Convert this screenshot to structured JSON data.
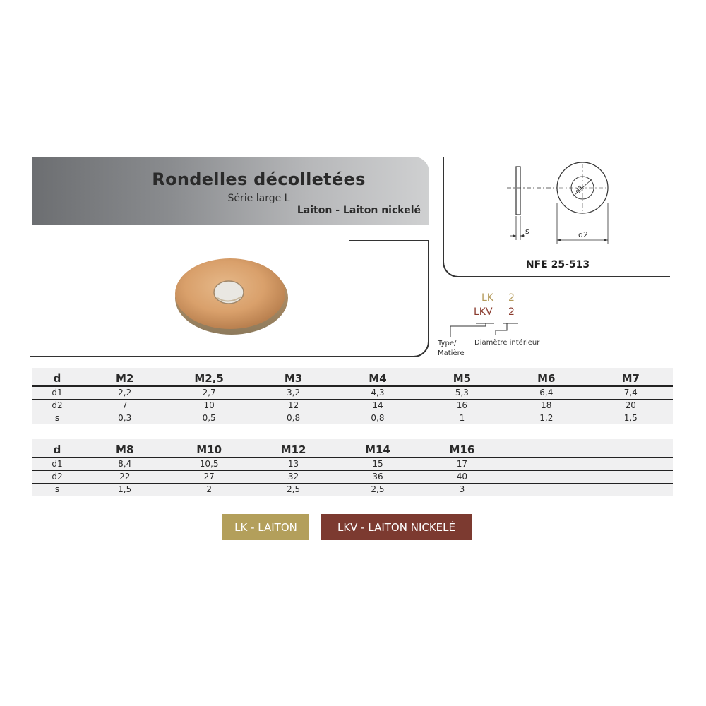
{
  "header": {
    "title": "Rondelles décolletées",
    "subtitle": "Série large L",
    "material": "Laiton - Laiton nickelé"
  },
  "diagram": {
    "norm": "NFE 25-513",
    "labels": {
      "s": "s",
      "d1": "d1",
      "d2": "d2"
    }
  },
  "ordering_code": {
    "codes": [
      {
        "prefix": "LK",
        "value": "2",
        "color": "#b49a5a"
      },
      {
        "prefix": "LKV",
        "value": "2",
        "color": "#8a3b2e"
      }
    ],
    "caption_type_line1": "Type/",
    "caption_type_line2": "Matière",
    "caption_diameter": "Diamètre intérieur"
  },
  "table1": {
    "header_label": "d",
    "columns": [
      "M2",
      "M2,5",
      "M3",
      "M4",
      "M5",
      "M6",
      "M7"
    ],
    "rows": [
      {
        "label": "d1",
        "values": [
          "2,2",
          "2,7",
          "3,2",
          "4,3",
          "5,3",
          "6,4",
          "7,4"
        ]
      },
      {
        "label": "d2",
        "values": [
          "7",
          "10",
          "12",
          "14",
          "16",
          "18",
          "20"
        ]
      },
      {
        "label": "s",
        "values": [
          "0,3",
          "0,5",
          "0,8",
          "0,8",
          "1",
          "1,2",
          "1,5"
        ]
      }
    ]
  },
  "table2": {
    "header_label": "d",
    "columns": [
      "M8",
      "M10",
      "M12",
      "M14",
      "M16",
      "",
      ""
    ],
    "rows": [
      {
        "label": "d1",
        "values": [
          "8,4",
          "10,5",
          "13",
          "15",
          "17",
          "",
          ""
        ]
      },
      {
        "label": "d2",
        "values": [
          "22",
          "27",
          "32",
          "36",
          "40",
          "",
          ""
        ]
      },
      {
        "label": "s",
        "values": [
          "1,5",
          "2",
          "2,5",
          "2,5",
          "3",
          "",
          ""
        ]
      }
    ]
  },
  "legend": {
    "lk": {
      "label": "LK - LAITON",
      "color": "#b39f5b"
    },
    "lkv": {
      "label": "LKV - LAITON NICKELÉ",
      "color": "#7c3a30"
    }
  }
}
